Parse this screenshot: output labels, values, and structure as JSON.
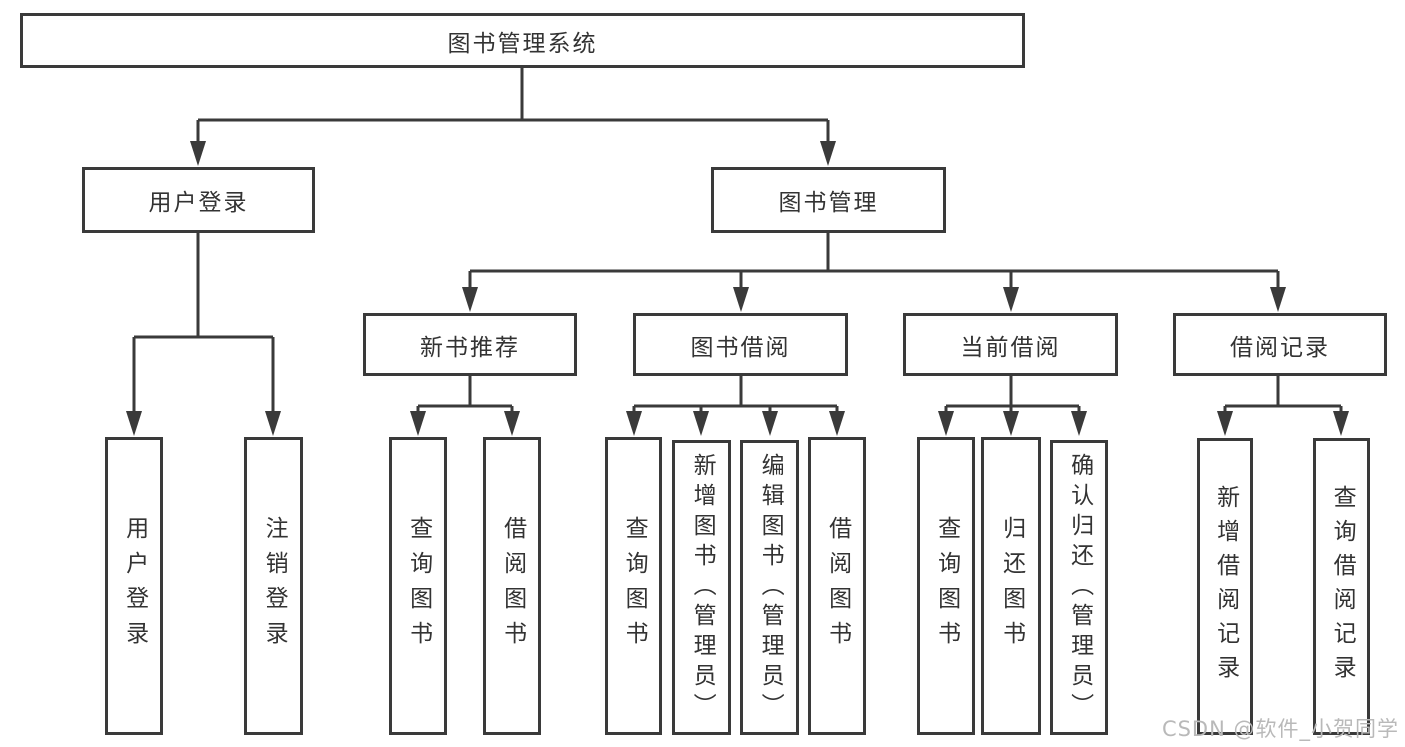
{
  "tree": {
    "root": {
      "label": "图书管理系统"
    },
    "branches": [
      {
        "label": "用户登录",
        "children": [
          {
            "label": "用户登录"
          },
          {
            "label": "注销登录"
          }
        ]
      },
      {
        "label": "图书管理",
        "children": [
          {
            "label": "新书推荐",
            "children": [
              {
                "label": "查询图书"
              },
              {
                "label": "借阅图书"
              }
            ]
          },
          {
            "label": "图书借阅",
            "children": [
              {
                "label": "查询图书"
              },
              {
                "label": "新增图书（管理员）"
              },
              {
                "label": "编辑图书（管理员）"
              },
              {
                "label": "借阅图书"
              }
            ]
          },
          {
            "label": "当前借阅",
            "children": [
              {
                "label": "查询图书"
              },
              {
                "label": "归还图书"
              },
              {
                "label": "确认归还（管理员）"
              }
            ]
          },
          {
            "label": "借阅记录",
            "children": [
              {
                "label": "新增借阅记录"
              },
              {
                "label": "查询借阅记录"
              }
            ]
          }
        ]
      }
    ]
  },
  "watermark": {
    "text": "CSDN @软件_小贺同学"
  },
  "colors": {
    "line": "#3a3a3a",
    "text": "#333333",
    "background": "#ffffff",
    "watermark": "#b9b9b9"
  }
}
